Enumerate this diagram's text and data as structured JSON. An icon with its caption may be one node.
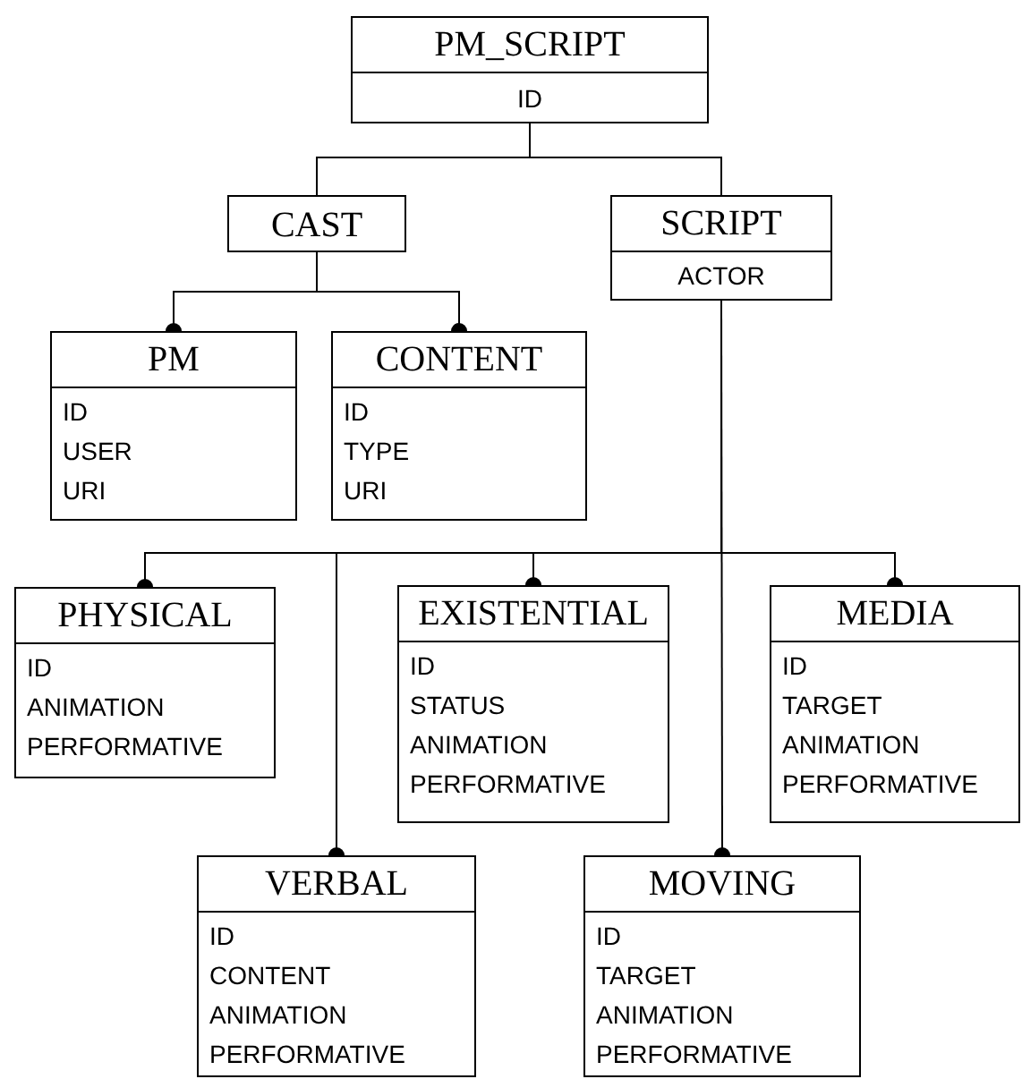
{
  "diagram": {
    "nodes": [
      {
        "text": [
          "PM_SCRIPT",
          "ID"
        ]
      },
      {
        "text": [
          "CAST"
        ]
      },
      {
        "text": [
          "SCRIPT",
          "ACTOR"
        ]
      },
      {
        "text": [
          "PM",
          "ID",
          "USER",
          "URI"
        ]
      },
      {
        "text": [
          "CONTENT",
          "ID",
          "TYPE",
          "URI"
        ]
      },
      {
        "text": [
          "PHYSICAL",
          "ID",
          "ANIMATION",
          "PERFORMATIVE"
        ]
      },
      {
        "text": [
          "EXISTENTIAL",
          "ID",
          "STATUS",
          "ANIMATION",
          "PERFORMATIVE"
        ]
      },
      {
        "text": [
          "MEDIA",
          "ID",
          "TARGET",
          "ANIMATION",
          "PERFORMATIVE"
        ]
      },
      {
        "text": [
          "VERBAL",
          "ID",
          "CONTENT",
          "ANIMATION",
          "PERFORMATIVE"
        ]
      },
      {
        "text": [
          "MOVING",
          "ID",
          "TARGET",
          "ANIMATION",
          "PERFORMATIVE"
        ]
      }
    ],
    "edges": [
      {
        "from": 0,
        "to": 1,
        "arrow": "none"
      },
      {
        "from": 0,
        "to": 2,
        "arrow": "none"
      },
      {
        "from": 1,
        "to": 3,
        "arrow": "other"
      },
      {
        "from": 1,
        "to": 4,
        "arrow": "other"
      },
      {
        "from": 2,
        "to": 5,
        "arrow": "other"
      },
      {
        "from": 2,
        "to": 6,
        "arrow": "other"
      },
      {
        "from": 2,
        "to": 7,
        "arrow": "other"
      },
      {
        "from": 2,
        "to": 8,
        "arrow": "other"
      },
      {
        "from": 2,
        "to": 9,
        "arrow": "other"
      }
    ]
  }
}
